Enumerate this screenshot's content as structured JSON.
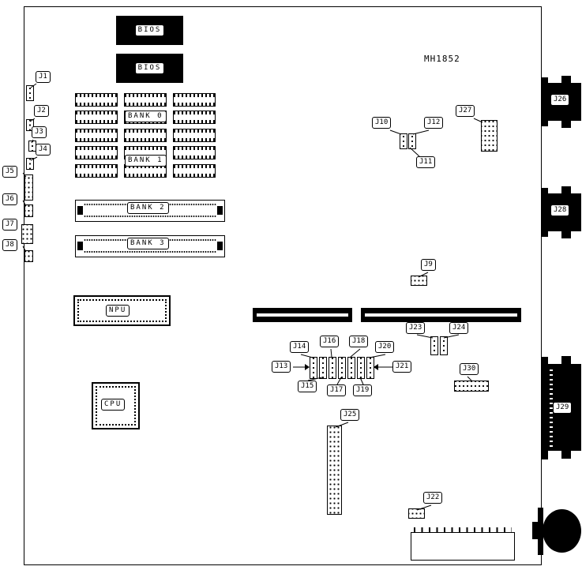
{
  "board": {
    "part_number": "MH1852"
  },
  "chips": {
    "bios_top": "BIOS",
    "bios_bottom": "BIOS",
    "npu": "NPU",
    "cpu": "CPU"
  },
  "memory_banks": {
    "bank0": "BANK 0",
    "bank1": "BANK 1",
    "bank2": "BANK 2",
    "bank3": "BANK 3"
  },
  "jumpers": {
    "j1": "J1",
    "j2": "J2",
    "j3": "J3",
    "j4": "J4",
    "j5": "J5",
    "j6": "J6",
    "j7": "J7",
    "j8": "J8",
    "j9": "J9",
    "j10": "J10",
    "j11": "J11",
    "j12": "J12",
    "j13": "J13",
    "j14": "J14",
    "j15": "J15",
    "j16": "J16",
    "j17": "J17",
    "j18": "J18",
    "j19": "J19",
    "j20": "J20",
    "j21": "J21",
    "j22": "J22",
    "j23": "J23",
    "j24": "J24",
    "j25": "J25",
    "j27": "J27",
    "j30": "J30"
  },
  "connectors": {
    "j26": "J26",
    "j28": "J28",
    "j29": "J29"
  }
}
